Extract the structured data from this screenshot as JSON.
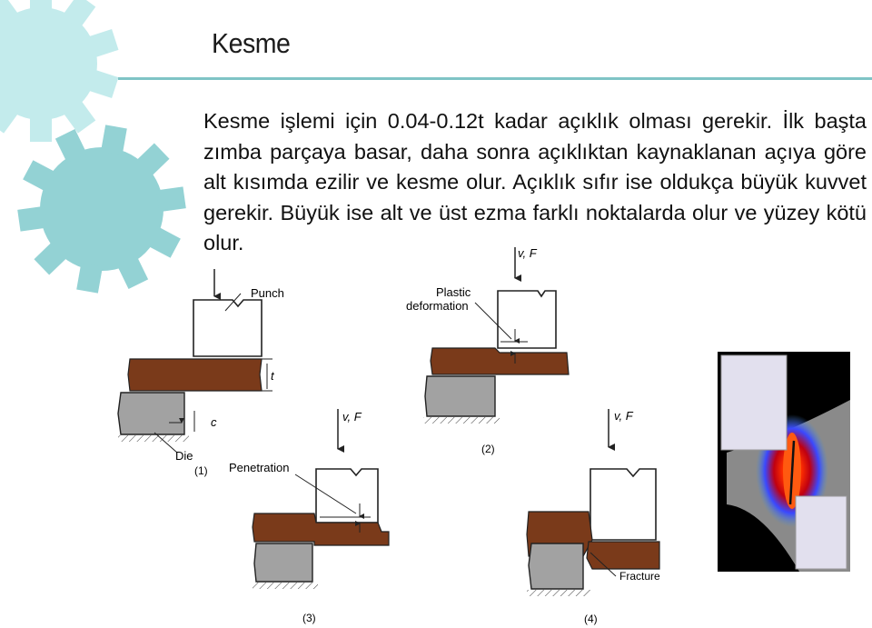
{
  "slide": {
    "title": "Kesme",
    "paragraph": "Kesme işlemi için 0.04-0.12t kadar açıklık olması gerekir. İlk başta zımba parçaya basar, daha sonra açıklıktan kaynaklanan açıya göre alt kısımda ezilir ve kesme olur. Açıklık sıfır ise oldukça büyük kuvvet gerekir. Büyük ise alt ve üst ezma farklı noktalarda olur ve yüzey kötü olur."
  },
  "figure": {
    "step1": {
      "punch_label": "Punch",
      "t_label": "t",
      "c_label": "c",
      "die_label": "Die",
      "number": "(1)"
    },
    "step2": {
      "force_label": "v, F",
      "plastic_label_1": "Plastic",
      "plastic_label_2": "deformation",
      "number": "(2)"
    },
    "step3": {
      "force_label": "v, F",
      "penetration_label": "Penetration",
      "number": "(3)"
    },
    "step4": {
      "force_label": "v, F",
      "fracture_label": "Fracture",
      "number": "(4)"
    }
  },
  "colors": {
    "gear_light": "#bfe8ea",
    "gear_dark": "#8fd0d2",
    "rule": "#7fc4c6",
    "sheet": "#7a3a1a",
    "die": "#a0a0a0"
  }
}
